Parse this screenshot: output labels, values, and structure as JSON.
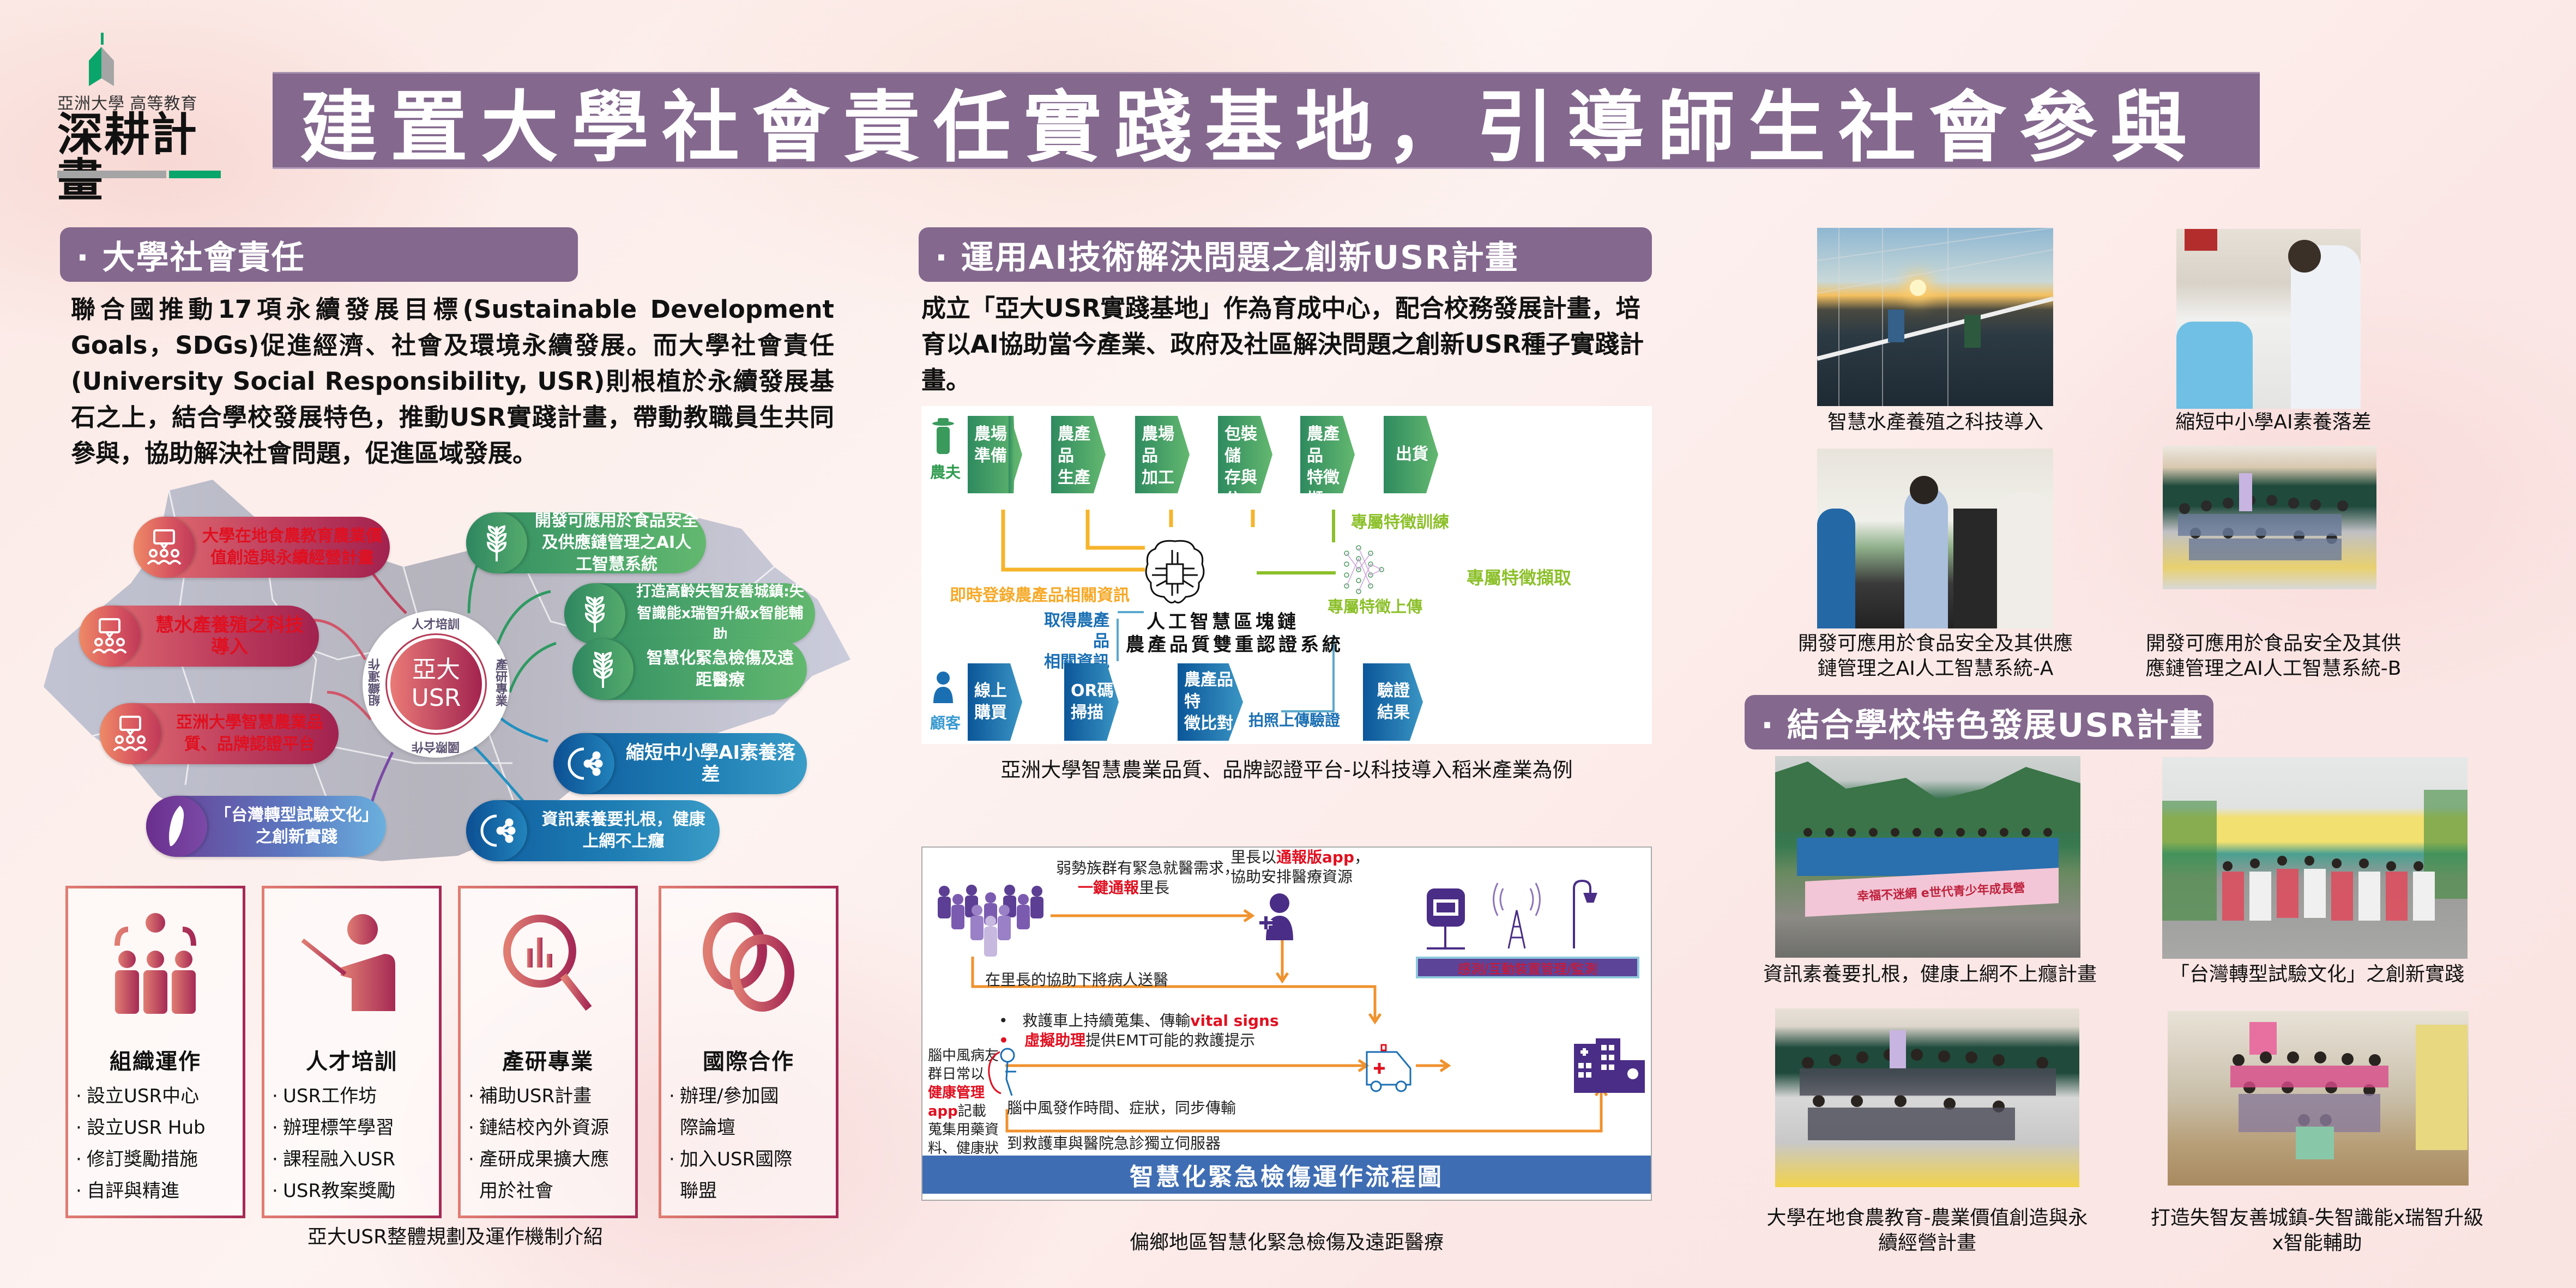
{
  "logo": {
    "subtitle": "亞洲大學  高等教育",
    "name": "深耕計畫"
  },
  "main_title": "建置大學社會責任實踐基地，引導師生社會參與",
  "section_usr": {
    "header": "· 大學社會責任",
    "paragraph": "聯合國推動17項永續發展目標(Sustainable Development Goals，SDGs)促進經濟、社會及環境永續發展。而大學社會責任(University Social Responsibility, USR)則根植於永續發展基石之上，結合學校發展特色，推動USR實踐計畫，帶動教職員生共同參與，協助解決社會問題，促進區域發展。",
    "hub": {
      "center_line1": "亞大",
      "center_line2": "USR",
      "ring_top": "人才培訓",
      "ring_right": "產研專業",
      "ring_bottom": "國際合作",
      "ring_left": "組織運作"
    },
    "bubbles": [
      {
        "text": "大學在地食農教育農業價值創造與永續經營計畫",
        "color": "red",
        "icon": "people-speech-icon"
      },
      {
        "text": "慧水產養殖之科技導入",
        "color": "red",
        "icon": "people-speech-icon"
      },
      {
        "text": "亞洲大學智慧農業品質、品牌認證平台",
        "color": "red",
        "icon": "people-speech-icon"
      },
      {
        "text": "「台灣轉型試驗文化」之創新實踐",
        "color": "purple",
        "icon": "taiwan-map-icon"
      },
      {
        "text": "開發可應用於食品安全及供應鏈管理之AI人工智慧系統",
        "color": "green",
        "icon": "sprout-icon"
      },
      {
        "text": "打造高齡失智友善城鎮:失智識能x瑞智升級x智能輔助",
        "color": "green",
        "icon": "sprout-icon"
      },
      {
        "text": "智慧化緊急檢傷及遠距醫療",
        "color": "green",
        "icon": "sprout-icon"
      },
      {
        "text": "縮短中小學AI素養落差",
        "color": "blue",
        "icon": "gear-network-icon"
      },
      {
        "text": "資訊素養要扎根，健康上網不上癮",
        "color": "blue",
        "icon": "gear-network-icon"
      }
    ],
    "cards": [
      {
        "title": "組織運作",
        "icon": "team-gear-icon",
        "items": [
          "設立USR中心",
          "設立USR Hub",
          "修訂獎勵措施",
          "自評與精進"
        ]
      },
      {
        "title": "人才培訓",
        "icon": "presenter-icon",
        "items": [
          "USR工作坊",
          "辦理標竿學習",
          "課程融入USR",
          "USR教案獎勵"
        ]
      },
      {
        "title": "產研專業",
        "icon": "magnifier-chart-icon",
        "items": [
          "補助USR計畫",
          "鏈結校內外資源",
          "產研成果擴大應",
          "用於社會"
        ]
      },
      {
        "title": "國際合作",
        "icon": "linked-rings-icon",
        "items": [
          "辦理/參加國",
          "際論壇",
          "加入USR國際",
          "聯盟"
        ]
      }
    ],
    "caption": "亞大USR整體規劃及運作機制介紹"
  },
  "section_ai": {
    "header": "· 運用AI技術解決問題之創新USR計畫",
    "paragraph": "成立「亞大USR實踐基地」作為育成中心，配合校務發展計畫，培育以AI協助當今產業、政府及社區解決問題之創新USR種子實踐計畫。",
    "flow": {
      "farmer_label": "農夫",
      "farmer_steps": [
        "農場\n準備",
        "農產品\n生產",
        "農場品\n加工",
        "包裝儲\n存與分\n裝",
        "農產品\n特徵擷\n取",
        "出貨"
      ],
      "customer_label": "顧客",
      "customer_steps": [
        "線上\n購買",
        "OR碼\n掃描",
        "農產品特\n徵比對",
        "驗證\n結果"
      ],
      "label_register": "即時登錄農產品相關資訊",
      "label_train": "專屬特徵訓練",
      "label_extract": "專屬特徵擷取",
      "label_upload": "專屬特徵上傳",
      "label_get_info_1": "取得農產品",
      "label_get_info_2": "相關資訊",
      "label_photo_verify": "拍照上傳驗證",
      "system_line1": "人工智慧區塊鏈",
      "system_line2": "農產品質雙重認證系統",
      "colors": {
        "green": "#4ea86b",
        "orange": "#f6b42c",
        "lime": "#8cc02a",
        "blue": "#1a6fb3"
      }
    },
    "flow_caption": "亞洲大學智慧農業品質、品牌認證平台-以科技導入稻米產業為例",
    "emergency": {
      "t1a": "弱勢族群有緊急就醫需求，",
      "t1b_red": "一鍵通報",
      "t1b": "里長",
      "t2a": "里長以",
      "t2a_red": "通報版app",
      "t2a_end": "，",
      "t2b": "協助安排醫療資源",
      "sensor_box": "感測/互動裝置管理/監測",
      "t3": "在里長的協助下將病人送醫",
      "bullet1a": "救護車上持續蒐集、傳輸",
      "bullet1_red": "vital signs",
      "bullet2_red": "虛擬助理",
      "bullet2": "提供EMT可能的救護提示",
      "t4a": "腦中風病友群日常以",
      "t4a_red": "健康",
      "t4b_red": "管理app",
      "t4b": "記載蒐集用藥資",
      "t4c": "料、健康狀況",
      "t5a": "腦中風發作時間、症狀，同步傳輸",
      "t5b": "到救護車與醫院急診獨立伺服器",
      "footer": "智慧化緊急檢傷運作流程圖"
    },
    "emergency_caption": "偏鄉地區智慧化緊急檢傷及遠距醫療"
  },
  "photos_top": [
    {
      "caption": "智慧水產養殖之科技導入",
      "scene": "aquaculture-sunset"
    },
    {
      "caption": "縮短中小學AI素養落差",
      "scene": "classroom-students"
    },
    {
      "caption": "開發可應用於食品安全及其供應鏈管理之AI人工智慧系統-A",
      "scene": "lab-demo"
    },
    {
      "caption": "開發可應用於食品安全及其供應鏈管理之AI人工智慧系統-B",
      "scene": "group-classroom"
    }
  ],
  "section_school": {
    "header": "· 結合學校特色發展USR計畫",
    "photos": [
      {
        "caption": "資訊素養要扎根，健康上網不上癮計畫",
        "scene": "mountain-group",
        "banner": "幸福不迷網  e世代青少年成長營"
      },
      {
        "caption": "「台灣轉型試驗文化」之創新實踐",
        "scene": "parade-group"
      },
      {
        "caption": "大學在地食農教育-農業價值創造與永續經營計畫",
        "scene": "classroom-group"
      },
      {
        "caption": "打造失智友善城鎮-失智識能x瑞智升級x智能輔助",
        "scene": "elderly-group"
      }
    ]
  }
}
